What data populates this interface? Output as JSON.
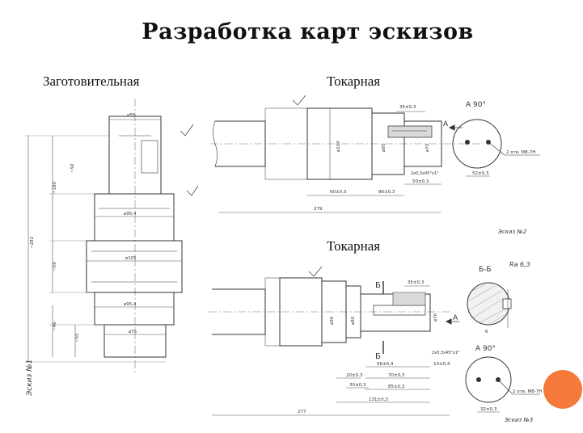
{
  "slide": {
    "title": "Разработка карт эскизов",
    "labels": {
      "blank": "Заготовительная",
      "turning_1": "Токарная",
      "turning_2": "Токарная"
    }
  },
  "drawing_blank": {
    "dims": {
      "top_dia": "⌀55",
      "upper_dia": "⌀95,4",
      "mid_dia": "⌀105",
      "lower_dia": "⌀95,4",
      "bottom_dia": "⌀75",
      "total_len": "~282",
      "seg1": "~92",
      "seg2": "~180",
      "seg3": "~59",
      "seg4": "~46",
      "seg5": "~55"
    },
    "caption": "Эскиз №1"
  },
  "drawing_turning_1": {
    "dims": {
      "slot_w": "35±0,3",
      "view_label": "А",
      "dia_1": "⌀100",
      "dia_2": "⌀95",
      "dia_3": "⌀70",
      "len_a": "60±0,3",
      "len_b": "86±0,3",
      "len_c": "50±0,3",
      "len_d": "2х0,3х45°х1°",
      "len_total": "279",
      "view_caption": "А 90°",
      "holes": "2 отв. М8-7Н",
      "hole_span": "52±0,3"
    },
    "caption": "Эскиз №2"
  },
  "drawing_turning_2": {
    "dims": {
      "slot_w": "35±0,3",
      "section_mark": "Б",
      "view_label": "А",
      "dia_1": "⌀90",
      "dia_2": "⌀80",
      "dia_3": "⌀70",
      "len_a": "20±0,3",
      "len_b": "30±0,3",
      "len_c": "56±0,4",
      "len_d": "70±0,3",
      "len_e": "85±0,3",
      "len_f": "131±0,3",
      "len_total": "277",
      "len_g": "10±0,4",
      "chamfer": "2х0,3х45°х1°",
      "section_caption": "Б-Б",
      "roughness": "Ra 6,3",
      "keyway": "6",
      "view_caption": "А 90°",
      "holes": "2 отв. М8-7Н",
      "hole_span": "32±0,3"
    },
    "caption": "Эскиз №3"
  },
  "colors": {
    "accent_dot": "#f4793b",
    "line": "#333333",
    "dim_line": "#555555"
  }
}
